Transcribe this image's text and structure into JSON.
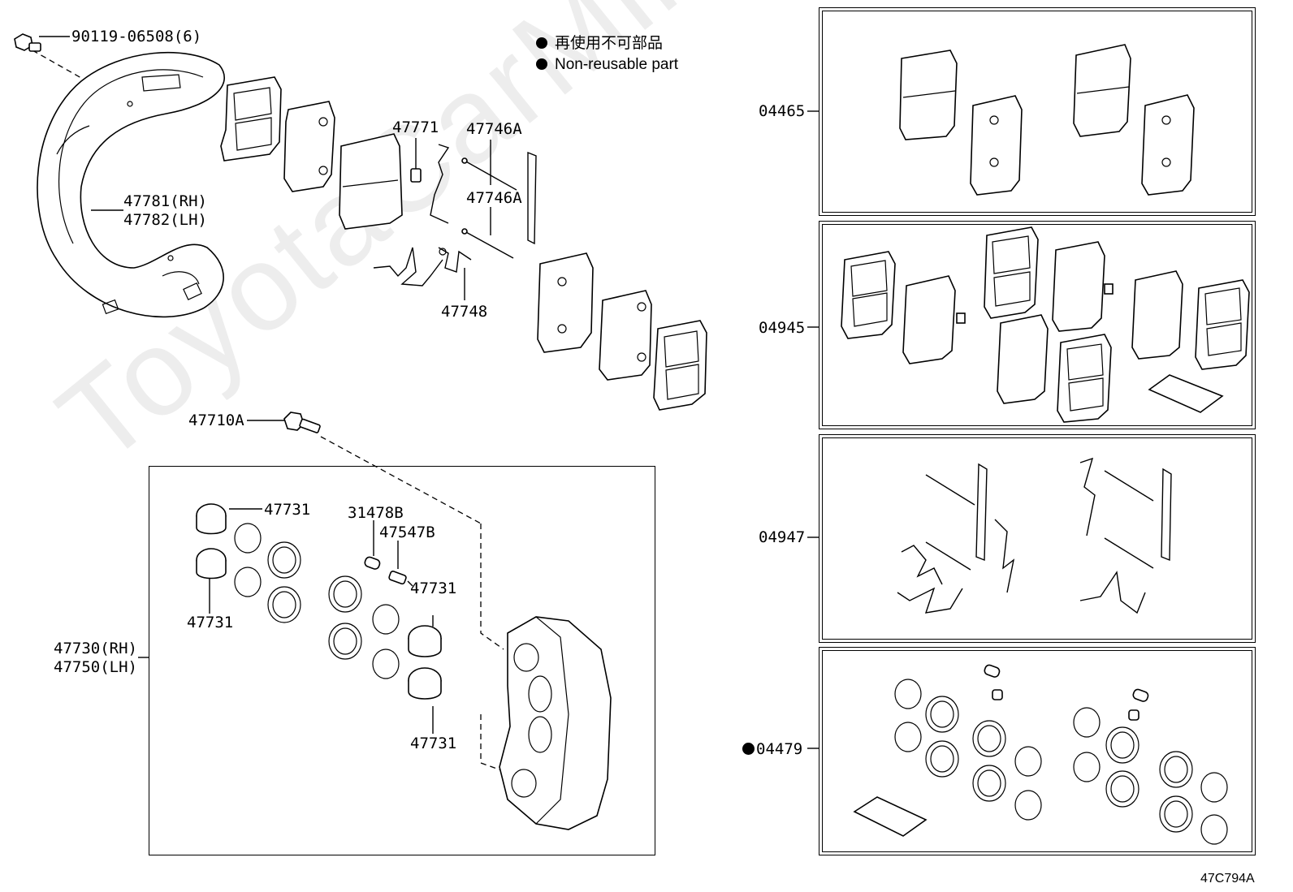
{
  "legend": {
    "jp": "再使用不可部品",
    "en": "Non-reusable part"
  },
  "labels": {
    "bolt_top": "90119-06508(6)",
    "shield_rh": "47781(RH)",
    "shield_lh": "47782(LH)",
    "clip_47771": "47771",
    "pin_a_1": "47746A",
    "pin_a_2": "47746A",
    "spring_47748": "47748",
    "bolt_47710a": "47710A",
    "piston_top_right": "47731",
    "piston_left": "47731",
    "bleeder_cap": "31478B",
    "bleeder_plug": "47547B",
    "piston_mid_right": "47731",
    "piston_bottom_right": "47731",
    "caliper_rh": "47730(RH)",
    "caliper_lh": "47750(LH)",
    "kit_04465": "04465",
    "kit_04945": "04945",
    "kit_04947": "04947",
    "kit_04479": "04479"
  },
  "watermark": "ToyotaCarMine.ru",
  "diagram_ref": "47C794A",
  "colors": {
    "line": "#000000",
    "background": "#ffffff"
  }
}
